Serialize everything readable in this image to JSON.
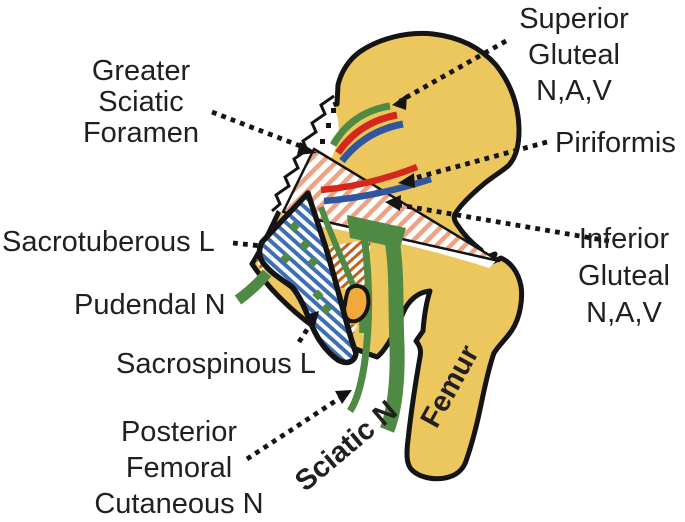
{
  "figure": {
    "title_hint": "Lateral hip diagram: greater sciatic foramen, piriformis, ligaments and gluteal neurovascular structures",
    "labels": {
      "superior_gluteal": "Superior\nGluteal\nN,A,V",
      "greater_sciatic_foramen": "Greater\nSciatic\nForamen",
      "piriformis": "Piriformis",
      "sacrotuberous": "Sacrotuberous L",
      "pudendal": "Pudendal N",
      "inferior_gluteal": "Inferior\nGluteal\nN,A,V",
      "sacrospinous": "Sacrospinous L",
      "posterior_femoral_cutaneous": "Posterior\nFemoral\nCutaneous N",
      "sciatic": "Sciatic N",
      "femur": "Femur"
    },
    "colors": {
      "background": "#ffffff",
      "bone": "#ecc75e",
      "outline": "#141414",
      "nerve": "#4e8a44",
      "artery": "#d5281c",
      "vein": "#3056a0",
      "ligament_hatch": "#3d6fb4",
      "muscle_hatch": "#eda383",
      "sacrospinous_hatch": "#c2601f",
      "ischial_spine": "#f2a93b",
      "text": "#231f20",
      "arrow": "#141414"
    }
  }
}
